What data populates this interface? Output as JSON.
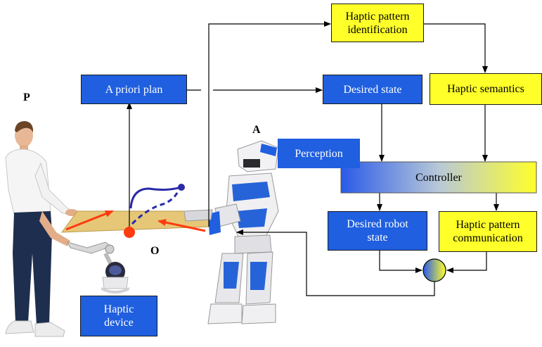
{
  "boxes": {
    "apriori": "A priori plan",
    "desired_state": "Desired state",
    "hp_identification_l1": "Haptic pattern",
    "hp_identification_l2": "identification",
    "haptic_semantics": "Haptic semantics",
    "perception": "Perception",
    "controller": "Controller",
    "desired_robot_l1": "Desired robot",
    "desired_robot_l2": "state",
    "hp_communication_l1": "Haptic pattern",
    "hp_communication_l2": "communication",
    "haptic_device_l1": "Haptic",
    "haptic_device_l2": "device"
  },
  "labels": {
    "person": "P",
    "robot": "A",
    "object": "O"
  },
  "colors": {
    "blue": "#1f5fe0",
    "yellow": "#ffff2a",
    "arrow_red": "#ff3b10",
    "table": "#e6c777",
    "trajectory": "#2a2aa8"
  }
}
